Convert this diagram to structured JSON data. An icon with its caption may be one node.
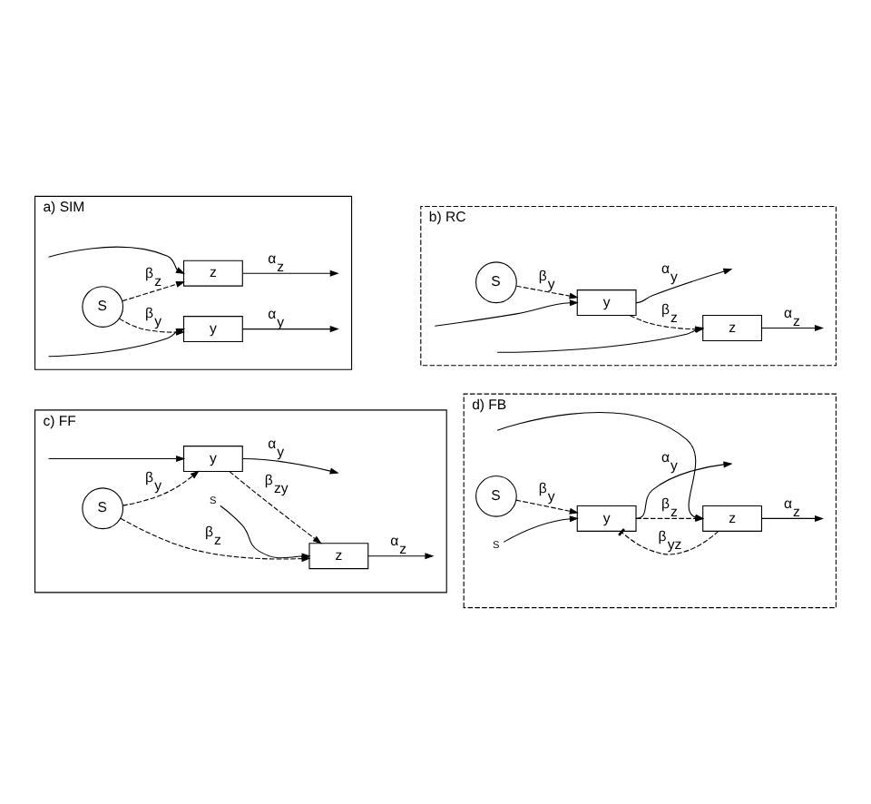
{
  "diagram": {
    "nodes": [
      {
        "text": [
          "a) SIM"
        ]
      },
      {
        "text": [
          "S"
        ],
        "in": 0
      },
      {
        "text": [
          "y"
        ],
        "in": 0
      },
      {
        "text": [
          "z"
        ],
        "in": 0
      },
      {
        "text": [
          "b) RC"
        ]
      },
      {
        "text": [
          "S"
        ],
        "in": 4
      },
      {
        "text": [
          "y"
        ],
        "in": 4
      },
      {
        "text": [
          "z"
        ],
        "in": 4
      },
      {
        "text": [
          "c) FF"
        ]
      },
      {
        "text": [
          "S"
        ],
        "in": 8
      },
      {
        "text": [
          "y"
        ],
        "in": 8
      },
      {
        "text": [
          "S"
        ],
        "in": 8
      },
      {
        "text": [
          "z"
        ],
        "in": 8
      },
      {
        "text": [
          "d) FB"
        ]
      },
      {
        "text": [
          "S"
        ],
        "in": 13
      },
      {
        "text": [
          "S"
        ],
        "in": 13
      },
      {
        "text": [
          "y"
        ],
        "in": 13
      },
      {
        "text": [
          "z"
        ],
        "in": 13
      }
    ],
    "edges": [
      {
        "from": null,
        "to": 2,
        "arrow": "to"
      },
      {
        "from": 2,
        "to": null,
        "arrow": "to",
        "label": "α$_{y}$"
      },
      {
        "from": null,
        "to": 3,
        "arrow": "to"
      },
      {
        "from": 3,
        "to": null,
        "arrow": "to",
        "label": "α$_{z}$"
      },
      {
        "from": 1,
        "to": 2,
        "arrow": "to",
        "style": "dashed",
        "label": "β$_{y}$"
      },
      {
        "from": 1,
        "to": 3,
        "arrow": "to",
        "style": "dashed",
        "label": "β$_{z}$"
      },
      {
        "from": null,
        "to": 6,
        "arrow": "to"
      },
      {
        "from": 6,
        "to": null,
        "arrow": "to",
        "label": "α$_{y}$"
      },
      {
        "from": null,
        "to": 7,
        "arrow": "to"
      },
      {
        "from": 7,
        "to": null,
        "arrow": "to",
        "label": "α$_{z}$"
      },
      {
        "from": 5,
        "to": 6,
        "arrow": "to",
        "style": "dashed",
        "label": "β$_{y}$"
      },
      {
        "from": 6,
        "to": 7,
        "arrow": "to",
        "style": "dashed",
        "label": "β$_{z}$"
      },
      {
        "from": null,
        "to": 10,
        "arrow": "to"
      },
      {
        "from": 10,
        "to": null,
        "arrow": "to",
        "label": "α$_{y}$"
      },
      {
        "from": 11,
        "to": 12,
        "arrow": "to"
      },
      {
        "from": 12,
        "to": null,
        "arrow": "to",
        "label": "α$_{z}$"
      },
      {
        "from": 9,
        "to": 10,
        "arrow": "to",
        "style": "dashed",
        "label": "β$_{y}$"
      },
      {
        "from": 9,
        "to": 12,
        "arrow": "to",
        "style": "dashed",
        "label": "β$_{z}$"
      },
      {
        "from": 10,
        "to": 12,
        "arrow": "to",
        "style": "dashed",
        "label": "β$_{zy}$"
      },
      {
        "from": 15,
        "to": 16,
        "arrow": "to"
      },
      {
        "from": 16,
        "to": null,
        "arrow": "to",
        "label": "α$_{y}$"
      },
      {
        "from": null,
        "to": 17,
        "arrow": "to"
      },
      {
        "from": 17,
        "to": null,
        "arrow": "to",
        "label": "α$_{z}$"
      },
      {
        "from": 14,
        "to": 16,
        "arrow": "to",
        "style": "dashed",
        "label": "β$_{y}$"
      },
      {
        "from": 16,
        "to": 17,
        "arrow": "to",
        "style": "dashed",
        "label": "β$_{z}$"
      },
      {
        "from": 17,
        "to": 16,
        "arrow": "other",
        "style": "dashed",
        "label": "β$_{yz}$"
      }
    ]
  }
}
